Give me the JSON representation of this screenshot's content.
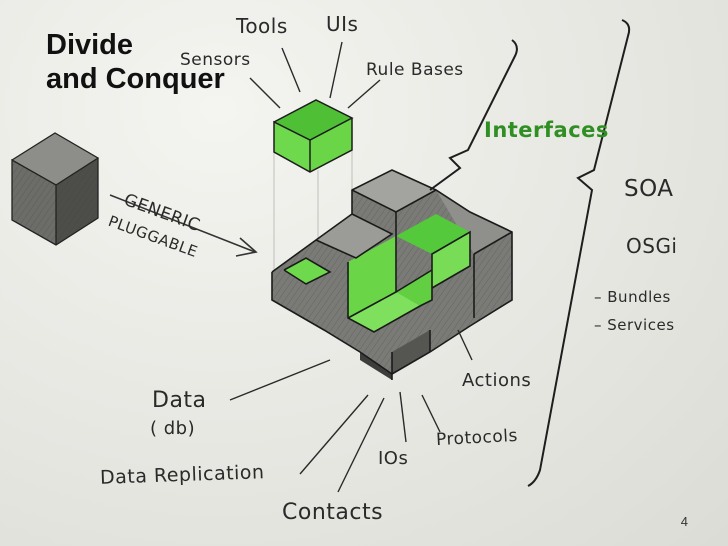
{
  "slide": {
    "title_line1": "Divide",
    "title_line2": "and Conquer",
    "page_number": "4"
  },
  "labels": {
    "tools": "Tools",
    "uis": "UIs",
    "sensors": "Sensors",
    "rule_bases": "Rule Bases",
    "interfaces": "Interfaces",
    "generic": "GENERIC",
    "pluggable": "PLUGGABLE",
    "soa": "SOA",
    "osgi": "OSGi",
    "bundles": "– Bundles",
    "services": "– Services",
    "actions": "Actions",
    "protocols": "Protocols",
    "ios": "IOs",
    "data": "Data",
    "db": "( db)",
    "data_replication": "Data Replication",
    "contacts": "Contacts"
  },
  "colors": {
    "green": "#6fd94d",
    "green_dark": "#3fa82c",
    "gray_top": "#9a9a96",
    "gray_side": "#6f6f6b",
    "gray_dark": "#4a4a47",
    "ink": "#2a2a2a",
    "interfaces_green": "#2f8f22"
  }
}
